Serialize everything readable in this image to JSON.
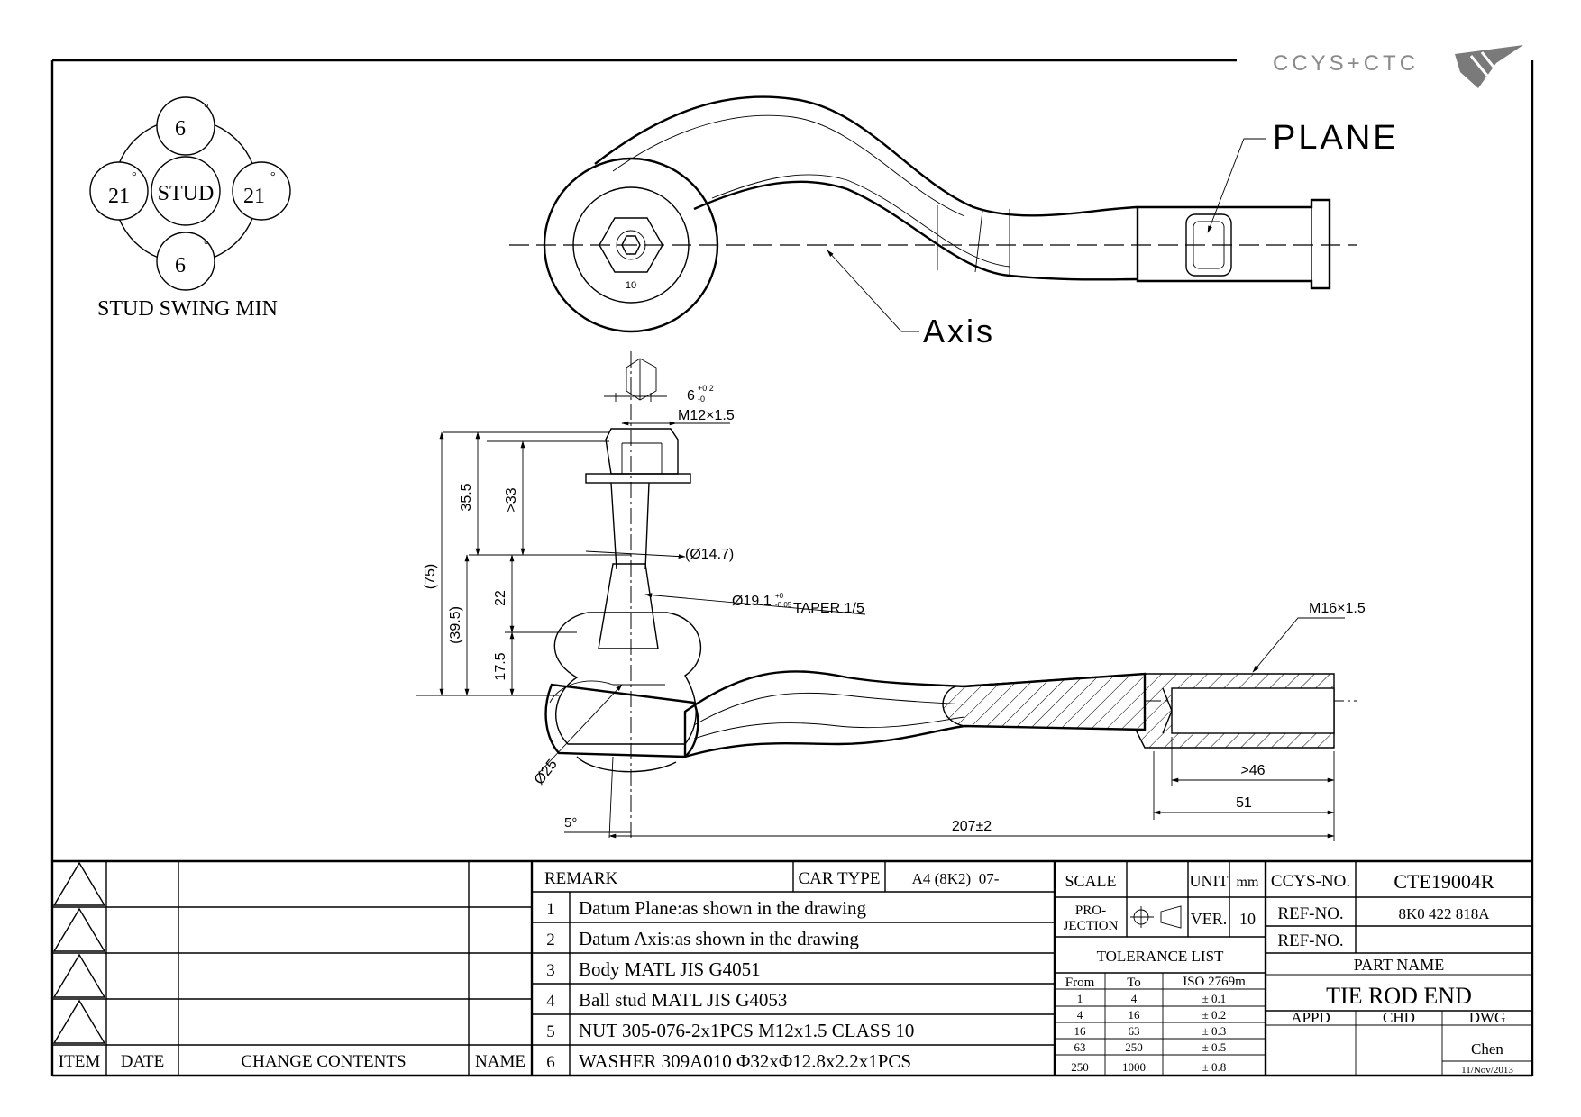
{
  "logo": {
    "text": "CCYS+CTC"
  },
  "top_view": {
    "plane_label": "PLANE",
    "axis_label": "Axis",
    "hex_mark": "10"
  },
  "swing": {
    "title": "STUD SWING MIN",
    "center": "STUD",
    "top": "6",
    "bottom": "6",
    "left": "21",
    "right": "21",
    "degree": "°"
  },
  "dimensions": {
    "hex": "6",
    "hex_tol_top": "+0.2",
    "hex_tol_bottom": "-0",
    "thread": "M12×1.5",
    "d75": "(75)",
    "d355": "35.5",
    "d33": ">33",
    "d395": "(39.5)",
    "d22": "22",
    "d175": "17.5",
    "dia147": "(Ø14.7)",
    "taper": "Ø19.1",
    "taper_tol_top": "+0",
    "taper_tol_bottom": "-0.05",
    "taper_text": "TAPER 1/5",
    "dia25": "Ø25",
    "angle": "5°",
    "m16": "M16×1.5",
    "d46": ">46",
    "d51": "51",
    "d207": "207±2"
  },
  "revision": {
    "headers": {
      "item": "ITEM",
      "date": "DATE",
      "contents": "CHANGE CONTENTS",
      "name": "NAME"
    }
  },
  "remarks": {
    "header": "REMARK",
    "car_type_label": "CAR TYPE",
    "car_type": "A4 (8K2)_07-",
    "items": [
      {
        "no": "1",
        "text": "Datum Plane:as shown in the drawing"
      },
      {
        "no": "2",
        "text": "Datum Axis:as shown in the drawing"
      },
      {
        "no": "3",
        "text": "Body MATL JIS G4051"
      },
      {
        "no": "4",
        "text": "Ball stud MATL JIS G4053"
      },
      {
        "no": "5",
        "text": "NUT 305-076-2x1PCS M12x1.5 CLASS 10"
      },
      {
        "no": "6",
        "text": "WASHER 309A010 Φ32xΦ12.8x2.2x1PCS"
      }
    ]
  },
  "spec": {
    "scale_label": "SCALE",
    "unit_label": "UNIT",
    "unit": "mm",
    "projection_label_1": "PRO-",
    "projection_label_2": "JECTION",
    "ver_label": "VER.",
    "ver": "10",
    "tolerance_title": "TOLERANCE LIST",
    "tol_headers": {
      "from": "From",
      "to": "To",
      "iso": "ISO 2769m"
    },
    "tolerances": [
      {
        "from": "1",
        "to": "4",
        "tol": "± 0.1"
      },
      {
        "from": "4",
        "to": "16",
        "tol": "± 0.2"
      },
      {
        "from": "16",
        "to": "63",
        "tol": "± 0.3"
      },
      {
        "from": "63",
        "to": "250",
        "tol": "± 0.5"
      },
      {
        "from": "250",
        "to": "1000",
        "tol": "± 0.8"
      }
    ]
  },
  "title_block": {
    "ccys_no_label": "CCYS-NO.",
    "ccys_no": "CTE19004R",
    "ref_no_label_1": "REF-NO.",
    "ref_no_1": "8K0 422 818A",
    "ref_no_label_2": "REF-NO.",
    "ref_no_2": "",
    "part_name_label": "PART NAME",
    "part_name": "TIE ROD END",
    "appd": "APPD",
    "chd": "CHD",
    "dwg": "DWG",
    "drawer": "Chen",
    "date": "11/Nov/2013"
  }
}
